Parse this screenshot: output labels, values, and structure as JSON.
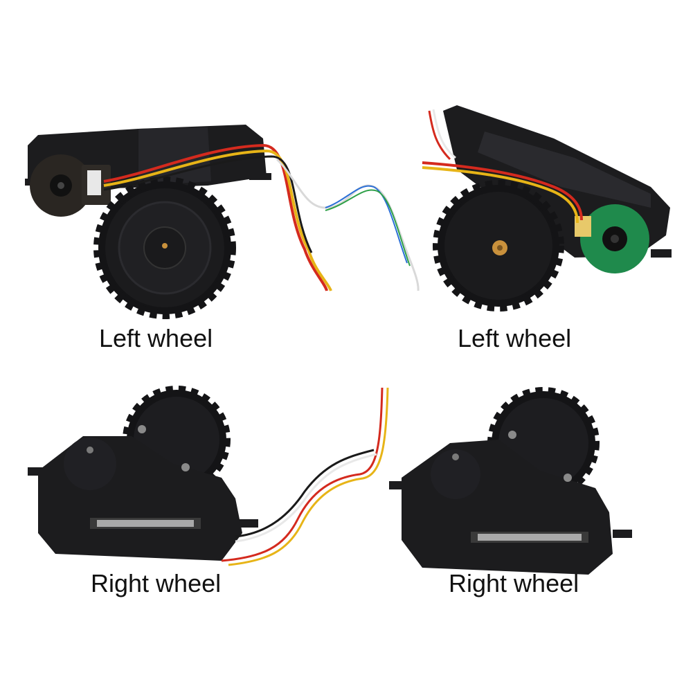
{
  "captions": {
    "top_left": "Left wheel",
    "top_right": "Left wheel",
    "bottom_left": "Right wheel",
    "bottom_right": "Right wheel"
  },
  "colors": {
    "background": "#ffffff",
    "plastic": "#1c1c1e",
    "plastic_light": "#2c2c30",
    "tire": "#141416",
    "pcb_dark": "#2a2622",
    "pcb_green": "#1f8a4c",
    "wire_red": "#d42a1e",
    "wire_yellow": "#e7b417",
    "wire_orange": "#e9762a",
    "wire_black": "#1a1a1a",
    "wire_white": "#e8e8e8",
    "spring": "#a9a9a9",
    "brass": "#c9913c"
  }
}
